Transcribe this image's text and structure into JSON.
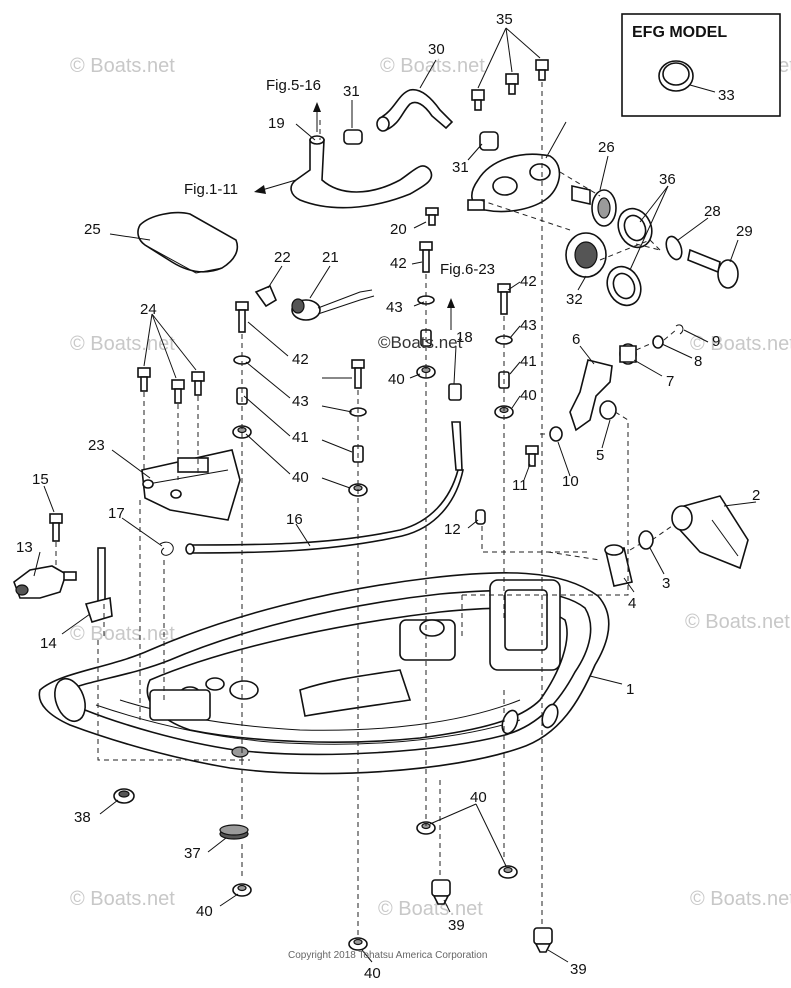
{
  "diagram": {
    "efg_box_title": "EFG MODEL",
    "copyright": "Copyright 2018 Tohatsu America Corporation",
    "brand_overlay": "©Boats.net",
    "watermark_text": "© Boats.net",
    "refs": {
      "fig_5_16": "Fig.5-16",
      "fig_1_11": "Fig.1-11",
      "fig_6_23": "Fig.6-23"
    },
    "callouts": {
      "c1": "1",
      "c2": "2",
      "c3": "3",
      "c4": "4",
      "c5": "5",
      "c6": "6",
      "c7": "7",
      "c8": "8",
      "c9": "9",
      "c10": "10",
      "c11": "11",
      "c12": "12",
      "c13": "13",
      "c14": "14",
      "c15": "15",
      "c16": "16",
      "c17": "17",
      "c18": "18",
      "c19": "19",
      "c20": "20",
      "c21": "21",
      "c22": "22",
      "c23": "23",
      "c24": "24",
      "c25": "25",
      "c26": "26",
      "c28": "28",
      "c29": "29",
      "c30": "30",
      "c31a": "31",
      "c31b": "31",
      "c32": "32",
      "c33": "33",
      "c35": "35",
      "c36": "36",
      "c37": "37",
      "c38": "38",
      "c39a": "39",
      "c39b": "39",
      "c40a": "40",
      "c40b": "40",
      "c40c": "40",
      "c40d": "40",
      "c40e": "40",
      "c40f": "40",
      "c41a": "41",
      "c41b": "41",
      "c42a": "42",
      "c42b": "42",
      "c42c": "42",
      "c43a": "43",
      "c43b": "43",
      "c43c": "43"
    }
  }
}
